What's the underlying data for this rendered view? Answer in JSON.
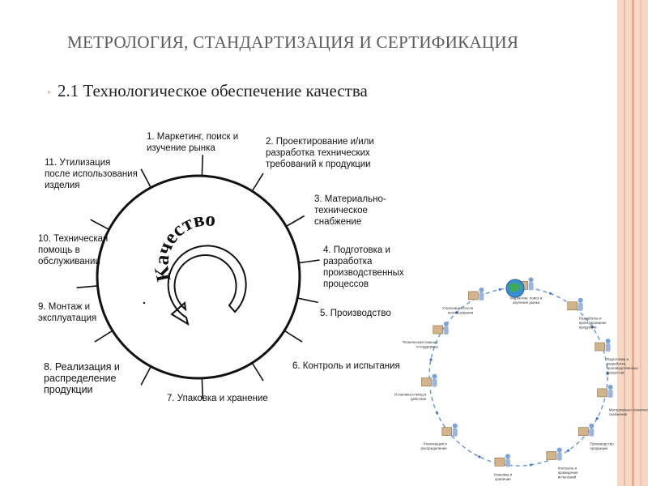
{
  "slide": {
    "title": "МЕТРОЛОГИЯ, СТАНДАРТИЗАЦИЯ И СЕРТИФИКАЦИЯ",
    "subtitle": "2.1 Технологическое обеспечение качества",
    "accent_color": "#e07a4c",
    "border_color": "#f6d8c6"
  },
  "quality_wheel": {
    "center_label": "Качество",
    "stages": [
      [
        "1. Маркетинг, поиск и",
        "изучение рынка"
      ],
      [
        "2. Проектирование и/или",
        "разработка технических",
        "требований к продукции"
      ],
      [
        "3. Материально-",
        "техническое",
        "снабжение"
      ],
      [
        "4. Подготовка и",
        "разработка",
        "производственных",
        "процессов"
      ],
      [
        "5. Производство"
      ],
      [
        "6. Контроль и испытания"
      ],
      [
        "7. Упаковка и хранение"
      ],
      [
        "8. Реализация и",
        "распределение",
        "продукции"
      ],
      [
        "9. Монтаж и",
        "эксплуатация"
      ],
      [
        "10. Техническая",
        "помощь в",
        "обслуживании"
      ],
      [
        "11. Утилизация",
        "после использования",
        "изделия"
      ]
    ]
  },
  "illustrated_cycle": {
    "labels": [
      "Маркетинг, поиск и изучение рынка",
      "Разработка и проектирование продукции",
      "Подготовка и разработка производственных процессов",
      "Материально-техническое снабжение",
      "Производство продукции",
      "Контроль и проведение испытаний",
      "Упаковка и хранение",
      "Реализация и распределение",
      "Установка и ввод в действие",
      "Техническая помощь и поддержка",
      "Утилизация после использования"
    ]
  }
}
